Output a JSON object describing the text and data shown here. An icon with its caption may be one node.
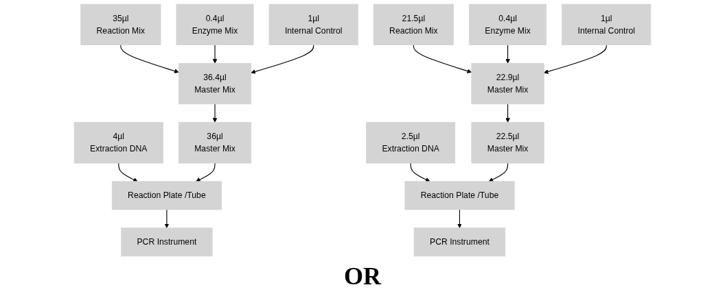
{
  "diagram": {
    "nodes": [
      {
        "text": [
          "35µl",
          "Reaction Mix"
        ]
      },
      {
        "text": [
          "0.4µl",
          "Enzyme Mix"
        ]
      },
      {
        "text": [
          "1µl",
          "Internal Control"
        ]
      },
      {
        "text": [
          "36.4µl",
          "Master Mix"
        ]
      },
      {
        "text": [
          "4µl",
          "Extraction DNA"
        ]
      },
      {
        "text": [
          "36µl",
          "Master Mix"
        ]
      },
      {
        "text": [
          "Reaction Plate /Tube"
        ]
      },
      {
        "text": [
          "PCR Instrument"
        ]
      },
      {
        "text": [
          "21.5µl",
          "Reaction Mix"
        ]
      },
      {
        "text": [
          "0.4µl",
          "Enzyme Mix"
        ]
      },
      {
        "text": [
          "1µl",
          "Internal Control"
        ]
      },
      {
        "text": [
          "22.9µl",
          "Master Mix"
        ]
      },
      {
        "text": [
          "2.5µl",
          "Extraction DNA"
        ]
      },
      {
        "text": [
          "22.5µl",
          "Master Mix"
        ]
      },
      {
        "text": [
          "Reaction Plate /Tube"
        ]
      },
      {
        "text": [
          "PCR Instrument"
        ]
      }
    ],
    "edges": [
      {
        "from": 0,
        "to": 3,
        "arrow": "to"
      },
      {
        "from": 1,
        "to": 3,
        "arrow": "to"
      },
      {
        "from": 2,
        "to": 3,
        "arrow": "to"
      },
      {
        "from": 3,
        "to": 5,
        "arrow": "to"
      },
      {
        "from": 4,
        "to": 6,
        "arrow": "to"
      },
      {
        "from": 5,
        "to": 6,
        "arrow": "to"
      },
      {
        "from": 6,
        "to": 7,
        "arrow": "to"
      },
      {
        "from": 8,
        "to": 11,
        "arrow": "to"
      },
      {
        "from": 9,
        "to": 11,
        "arrow": "to"
      },
      {
        "from": 10,
        "to": 11,
        "arrow": "to"
      },
      {
        "from": 11,
        "to": 13,
        "arrow": "to"
      },
      {
        "from": 12,
        "to": 14,
        "arrow": "to"
      },
      {
        "from": 13,
        "to": 14,
        "arrow": "to"
      },
      {
        "from": 14,
        "to": 15,
        "arrow": "to"
      }
    ],
    "labels": [
      "OR"
    ]
  }
}
